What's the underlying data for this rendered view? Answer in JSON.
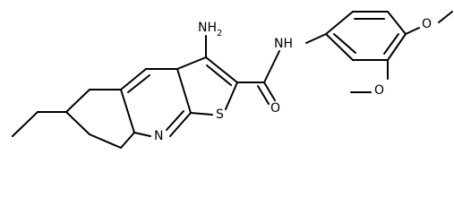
{
  "molecule": {
    "atom_labels": {
      "amino": "NH",
      "amino_sub": "2",
      "amide_nh": "NH",
      "carbonyl_o": "O",
      "thiophene_s": "S",
      "pyridine_n": "N",
      "methoxy_o_top": "O",
      "methoxy_o_bottom": "O"
    }
  }
}
